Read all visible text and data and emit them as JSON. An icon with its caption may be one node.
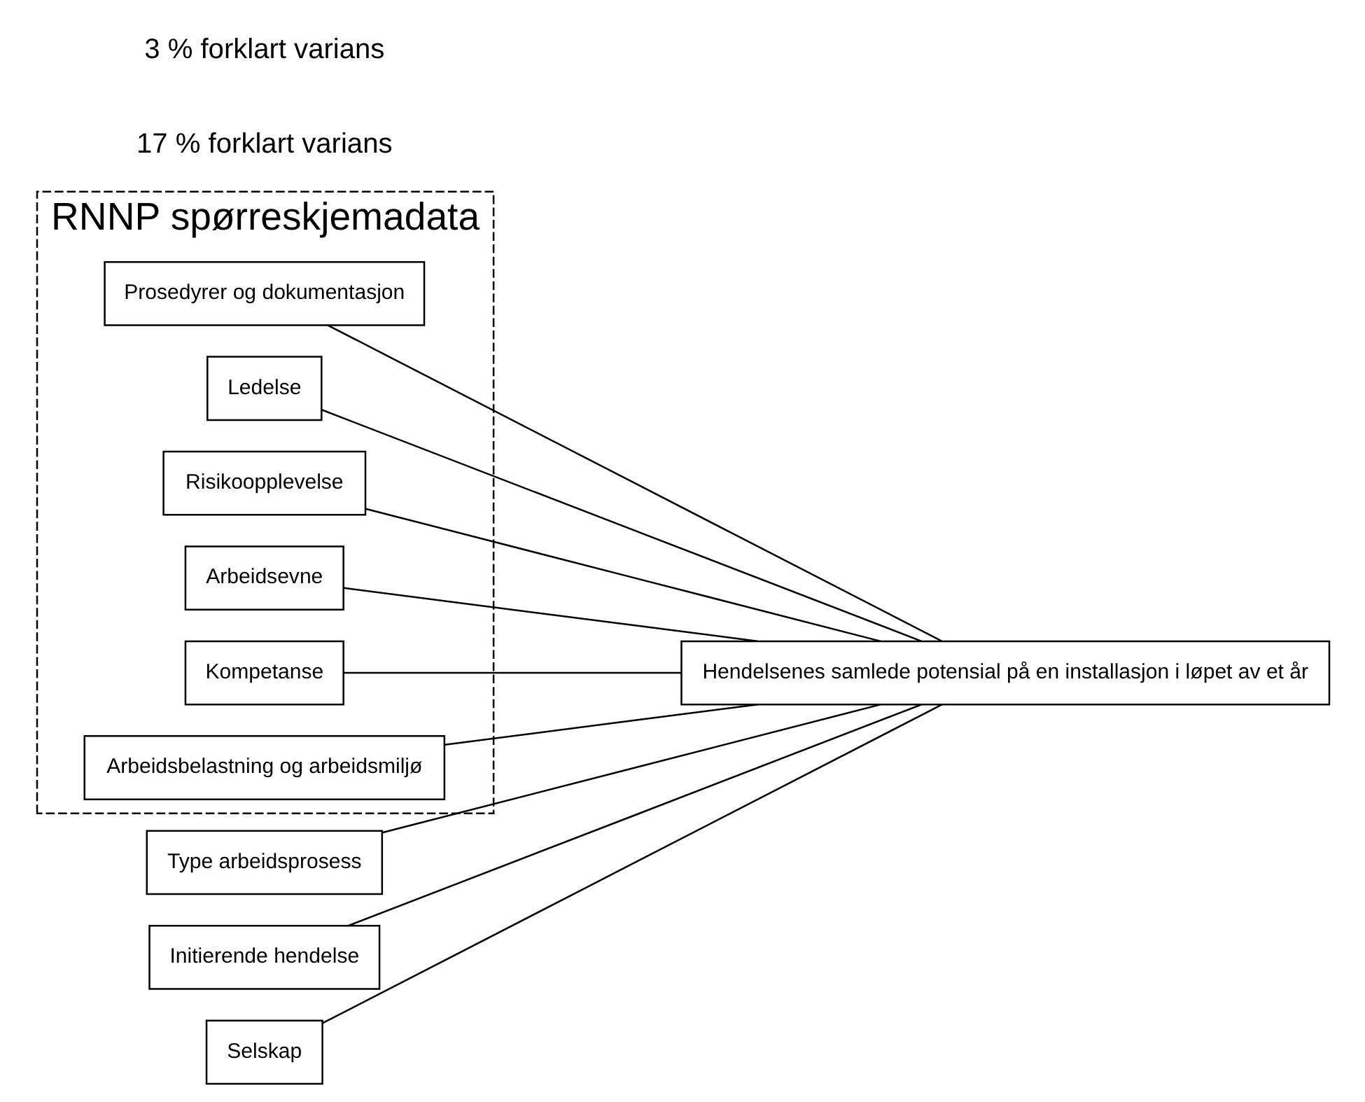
{
  "diagram": {
    "nodes": [
      {
        "text": [
          "RNNP spørreskjemadata"
        ]
      },
      {
        "text": [
          "Prosedyrer og dokumentasjon"
        ],
        "in": 0
      },
      {
        "text": [
          "Ledelse"
        ],
        "in": 0
      },
      {
        "text": [
          "Risikoopplevelse"
        ],
        "in": 0
      },
      {
        "text": [
          "Arbeidsevne"
        ],
        "in": 0
      },
      {
        "text": [
          "Kompetanse"
        ],
        "in": 0
      },
      {
        "text": [
          "Arbeidsbelastning og arbeidsmiljø"
        ],
        "in": 0
      },
      {
        "text": [
          "Type arbeidsprosess"
        ]
      },
      {
        "text": [
          "Initierende hendelse"
        ]
      },
      {
        "text": [
          "Selskap"
        ]
      },
      {
        "text": [
          "Hendelsenes samlede potensial på en installasjon i løpet av et år"
        ]
      }
    ],
    "edges": [
      {
        "from": 7,
        "to": 10,
        "arrow": "none"
      },
      {
        "from": 8,
        "to": 10,
        "arrow": "none"
      },
      {
        "from": 9,
        "to": 10,
        "arrow": "none"
      },
      {
        "from": 1,
        "to": 10,
        "arrow": "none"
      },
      {
        "from": 2,
        "to": 10,
        "arrow": "none"
      },
      {
        "from": 3,
        "to": 10,
        "arrow": "none"
      },
      {
        "from": 4,
        "to": 10,
        "arrow": "none"
      },
      {
        "from": 5,
        "to": 10,
        "arrow": "none"
      },
      {
        "from": 6,
        "to": 10,
        "arrow": "none"
      }
    ],
    "labels": [
      "17 % forklart varians",
      "3 % forklart varians"
    ]
  }
}
